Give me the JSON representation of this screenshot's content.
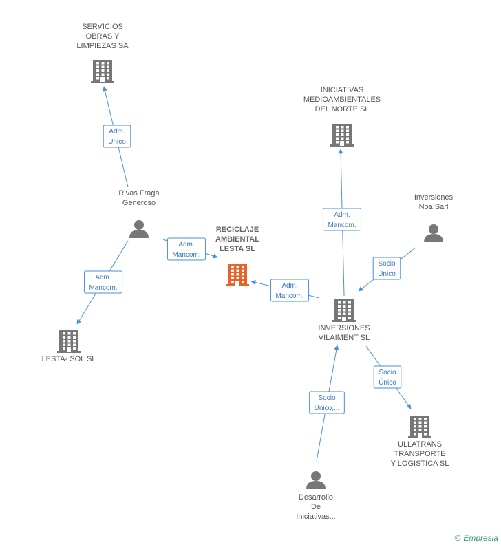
{
  "colors": {
    "company": "#777777",
    "main_company": "#e8622c",
    "person": "#777777",
    "edge": "#4a90d9"
  },
  "nodes": [
    {
      "id": "servicios",
      "type": "company",
      "lines": [
        "SERVICIOS",
        "OBRAS Y",
        "LIMPIEZAS SA"
      ]
    },
    {
      "id": "rivas",
      "type": "person",
      "lines": [
        "Rivas Fraga",
        "Generoso"
      ]
    },
    {
      "id": "reciclaje",
      "type": "main",
      "lines": [
        "RECICLAJE",
        "AMBIENTAL",
        "LESTA SL"
      ]
    },
    {
      "id": "lesta",
      "type": "company",
      "lines": [
        "LESTA- SOL SL"
      ]
    },
    {
      "id": "iniciativas",
      "type": "company",
      "lines": [
        "INICIATIVAS",
        "MEDIOAMBIENTALES",
        "DEL NORTE SL"
      ]
    },
    {
      "id": "noa",
      "type": "person",
      "lines": [
        "Inversiones",
        "Noa Sarl"
      ]
    },
    {
      "id": "vilaiment",
      "type": "company",
      "lines": [
        "INVERSIONES",
        "VILAIMENT SL"
      ]
    },
    {
      "id": "ullatrans",
      "type": "company",
      "lines": [
        "ULLATRANS",
        "TRANSPORTE",
        "Y LOGISTICA SL"
      ]
    },
    {
      "id": "desarrollo",
      "type": "person",
      "lines": [
        "Desarrollo",
        "De",
        "Iniciativas..."
      ]
    }
  ],
  "edges": [
    {
      "from": "rivas",
      "to": "servicios",
      "lines": [
        "Adm.",
        "Unico"
      ]
    },
    {
      "from": "rivas",
      "to": "reciclaje",
      "lines": [
        "Adm.",
        "Mancom."
      ]
    },
    {
      "from": "rivas",
      "to": "lesta",
      "lines": [
        "Adm.",
        "Mancom."
      ]
    },
    {
      "from": "vilaiment",
      "to": "reciclaje",
      "lines": [
        "Adm.",
        "Mancom."
      ]
    },
    {
      "from": "vilaiment",
      "to": "iniciativas",
      "lines": [
        "Adm.",
        "Mancom."
      ]
    },
    {
      "from": "noa",
      "to": "vilaiment",
      "lines": [
        "Socio",
        "Único"
      ]
    },
    {
      "from": "vilaiment",
      "to": "ullatrans",
      "lines": [
        "Socio",
        "Único"
      ]
    },
    {
      "from": "desarrollo",
      "to": "vilaiment",
      "lines": [
        "Socio",
        "Único,..."
      ]
    }
  ],
  "footer": {
    "copyright_symbol": "©",
    "brand": "Empresia"
  }
}
